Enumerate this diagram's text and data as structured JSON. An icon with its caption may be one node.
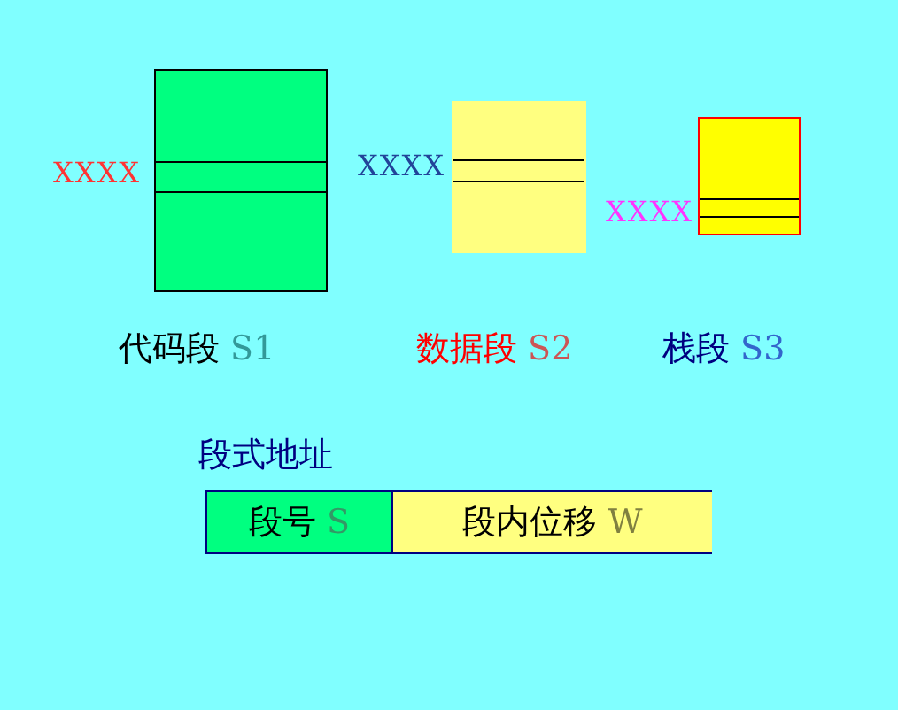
{
  "diagram": {
    "nodes": [
      {
        "text": [
          "代码段 S1"
        ]
      },
      {
        "text": [
          "数据段 S2"
        ]
      },
      {
        "text": [
          "栈段 S3"
        ]
      },
      {
        "text": [
          "段式地址"
        ]
      },
      {
        "text": [
          "段号 S"
        ],
        "in": 3
      },
      {
        "text": [
          "段内位移 W"
        ],
        "in": 3
      }
    ],
    "labels": [
      "XXXX",
      "XXXX",
      "XXXX"
    ]
  }
}
